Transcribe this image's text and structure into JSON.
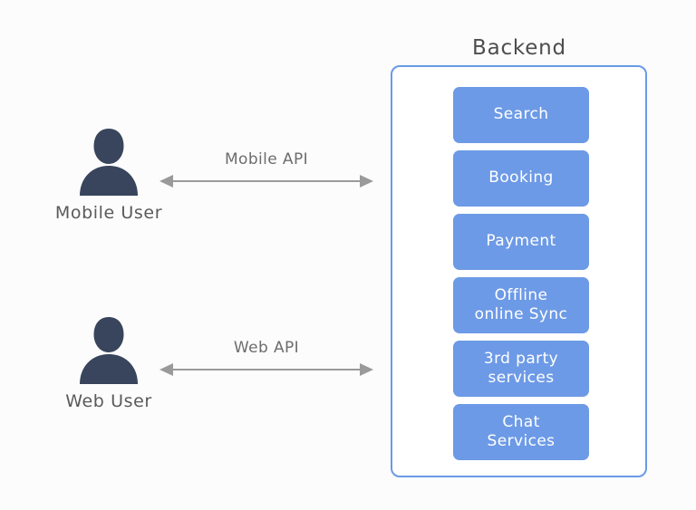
{
  "diagram": {
    "title_text": "Backend",
    "background_color": "#fcfcfc"
  },
  "actors": [
    {
      "id": "mobile-user",
      "label": "Mobile User",
      "icon": "user-silhouette-icon",
      "color": "#38455c"
    },
    {
      "id": "web-user",
      "label": "Web User",
      "icon": "user-silhouette-icon",
      "color": "#38455c"
    }
  ],
  "connectors": [
    {
      "id": "mobile-api",
      "label": "Mobile API",
      "arrow": "double-headed-arrow",
      "color": "#9a9a9a"
    },
    {
      "id": "web-api",
      "label": "Web API",
      "arrow": "double-headed-arrow",
      "color": "#9a9a9a"
    }
  ],
  "backend": {
    "title": "Backend",
    "border_color": "#6a9ae6",
    "service_color": "#6d9ae6",
    "services": [
      {
        "label": "Search"
      },
      {
        "label": "Booking"
      },
      {
        "label": "Payment"
      },
      {
        "label": "Offline\nonline Sync"
      },
      {
        "label": "3rd party\nservices"
      },
      {
        "label": "Chat\nServices"
      }
    ]
  }
}
